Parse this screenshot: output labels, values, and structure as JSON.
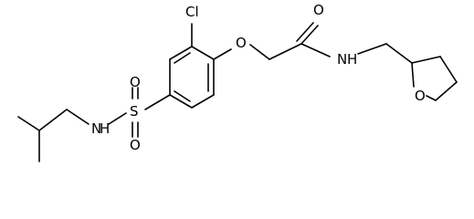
{
  "atoms": {
    "cl": "Cl",
    "o_ether": "O",
    "o_carbonyl": "O",
    "n_amide": "N",
    "h_amide": "H",
    "o_ring": "O",
    "s": "S",
    "o_s_top": "O",
    "o_s_bottom": "O",
    "n_sulfonamide": "N",
    "h_sulfonamide": "H"
  }
}
